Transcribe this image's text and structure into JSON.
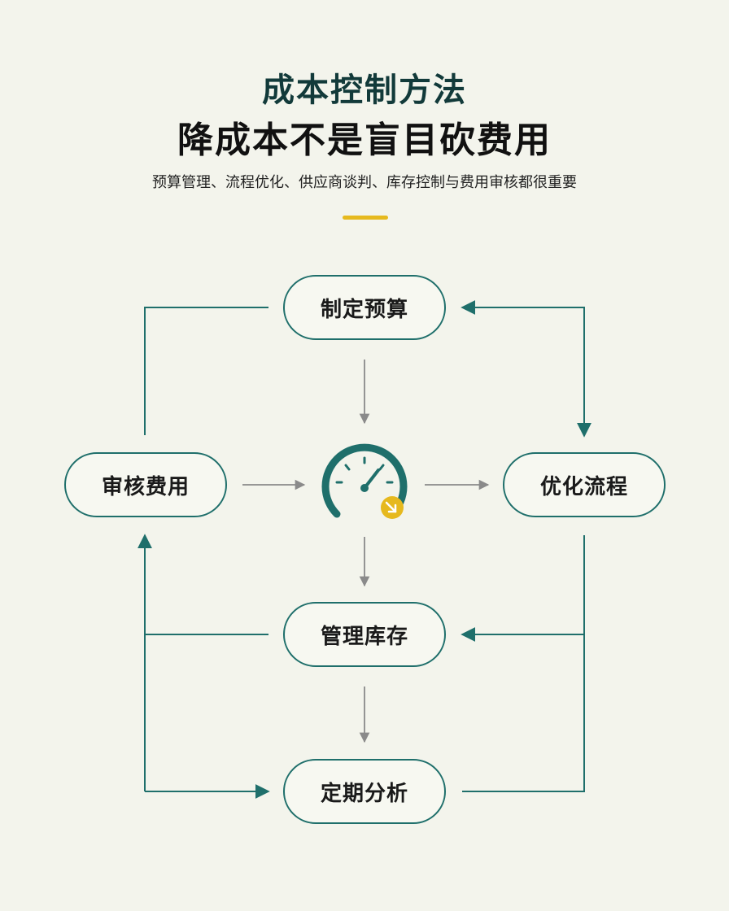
{
  "header": {
    "title_line_1": "成本控制方法",
    "title_line_2": "降成本不是盲目砍费用",
    "subtitle": "预算管理、流程优化、供应商谈判、库存控制与费用审核都很重要"
  },
  "nodes": {
    "budget": "制定预算",
    "audit": "审核费用",
    "optimize": "优化流程",
    "inventory": "管理库存",
    "analysis": "定期分析"
  },
  "center_icon": "speedometer-icon-with-down-arrow-badge",
  "colors": {
    "background": "#f3f4ec",
    "teal": "#1f6f6b",
    "accent_yellow": "#e6b91e",
    "arrow_gray": "#8a8a8a"
  }
}
